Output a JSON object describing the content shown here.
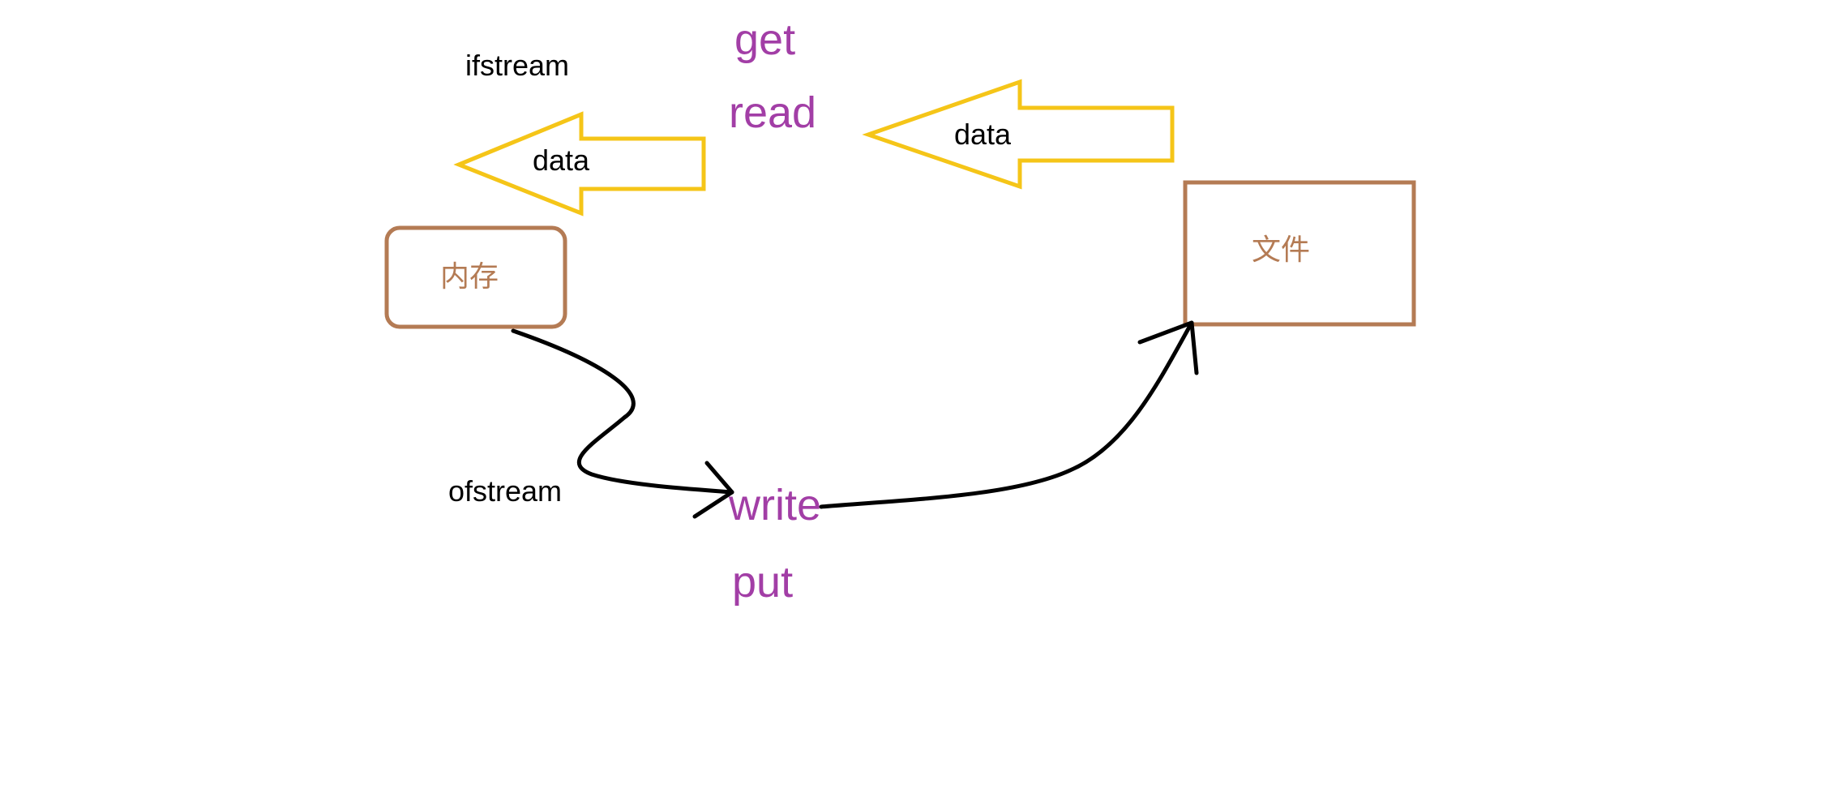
{
  "labels": {
    "ifstream": "ifstream",
    "ofstream": "ofstream",
    "get": "get",
    "read": "read",
    "write": "write",
    "put": "put",
    "memory": "内存",
    "file": "文件",
    "data_left": "data",
    "data_right": "data"
  },
  "colors": {
    "arrow_outline": "#f5c518",
    "box_outline": "#b47b54",
    "box_text": "#b47b54",
    "method_text": "#a23ea6",
    "stroke": "#000000"
  }
}
